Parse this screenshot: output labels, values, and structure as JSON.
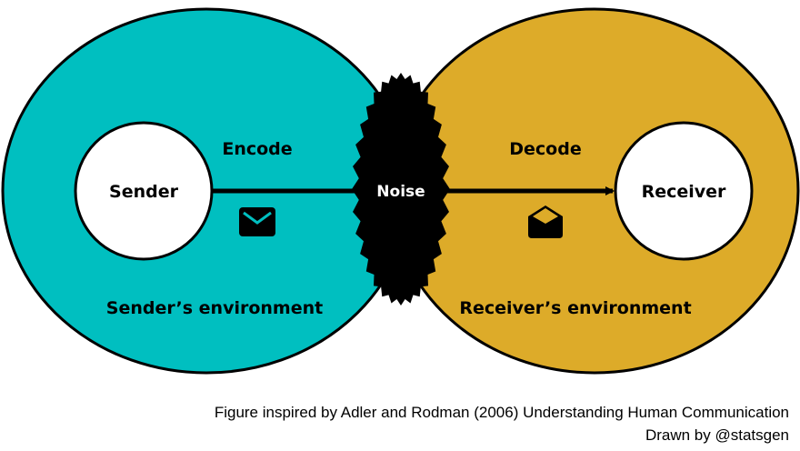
{
  "colors": {
    "sender_env": "#00BFC0",
    "receiver_env": "#DDAB29",
    "noise": "#000000"
  },
  "sender": {
    "label": "Sender",
    "environment": "Sender’s environment",
    "action": "Encode",
    "icon": "closed-envelope-icon"
  },
  "receiver": {
    "label": "Receiver",
    "environment": "Receiver’s environment",
    "action": "Decode",
    "icon": "open-envelope-icon"
  },
  "noise": {
    "label": "Noise"
  },
  "caption": {
    "line1": "Figure inspired by Adler and Rodman (2006) Understanding Human Communication",
    "line2": "Drawn by @statsgen"
  }
}
